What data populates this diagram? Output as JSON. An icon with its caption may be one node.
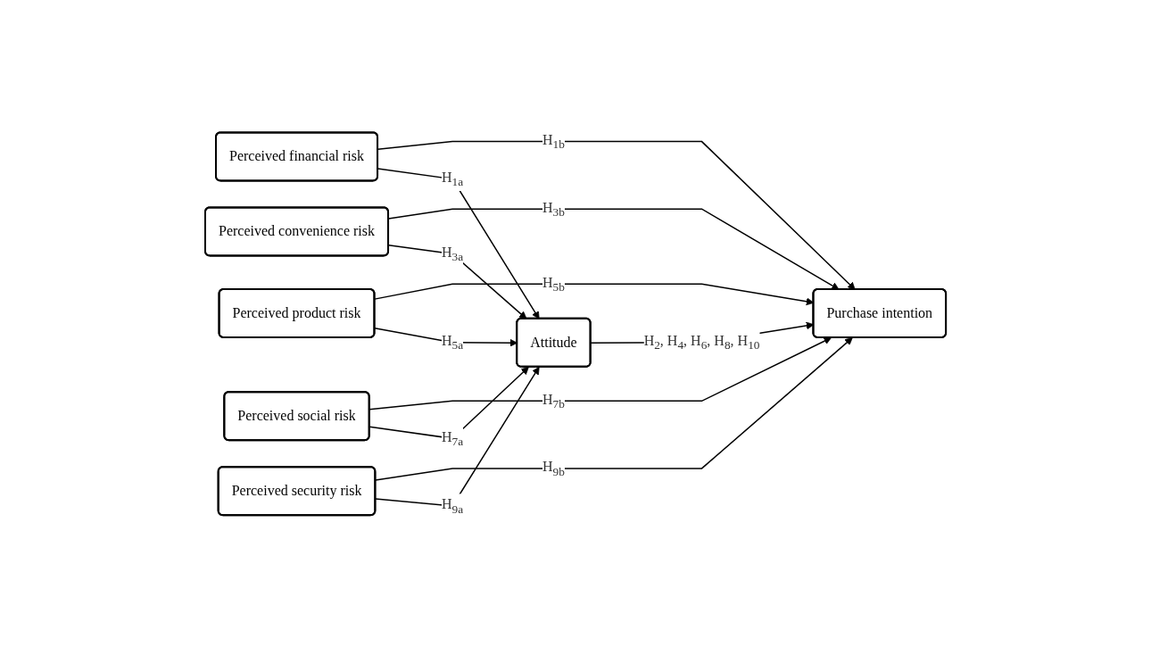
{
  "diagram": {
    "nodes": [
      {
        "text": [
          "Perceived financial risk"
        ]
      },
      {
        "text": [
          "Perceived convenience risk"
        ]
      },
      {
        "text": [
          "Perceived product risk"
        ]
      },
      {
        "text": [
          "Perceived social risk"
        ]
      },
      {
        "text": [
          "Perceived security risk"
        ]
      },
      {
        "text": [
          "Purchase intention"
        ]
      },
      {
        "text": [
          "Attitude"
        ]
      }
    ],
    "edges": [
      {
        "from": 0,
        "to": 5,
        "arrow": "to",
        "label": "H$_{1b}$"
      },
      {
        "from": 1,
        "to": 5,
        "arrow": "to",
        "label": "H$_{3b}$"
      },
      {
        "from": 2,
        "to": 5,
        "arrow": "to",
        "label": "H$_{5b}$"
      },
      {
        "from": 3,
        "to": 5,
        "arrow": "to",
        "label": "H$_{7b}$"
      },
      {
        "from": 4,
        "to": 5,
        "arrow": "to",
        "label": "H$_{9b}$"
      },
      {
        "from": 0,
        "to": 6,
        "arrow": "to",
        "label": "H$_{1a}$"
      },
      {
        "from": 1,
        "to": 6,
        "arrow": "to",
        "label": "H$_{3a}$"
      },
      {
        "from": 2,
        "to": 6,
        "arrow": "to",
        "label": "H$_{5a}$"
      },
      {
        "from": 3,
        "to": 6,
        "arrow": "to",
        "label": "H$_{7a}$"
      },
      {
        "from": 4,
        "to": 6,
        "arrow": "to",
        "label": "H$_{9a}$"
      },
      {
        "from": 6,
        "to": 5,
        "arrow": "to",
        "label": "H$_{2}$, H$_{4}$, H$_{6}$, H$_{8}$, H$_{10}$"
      }
    ]
  }
}
